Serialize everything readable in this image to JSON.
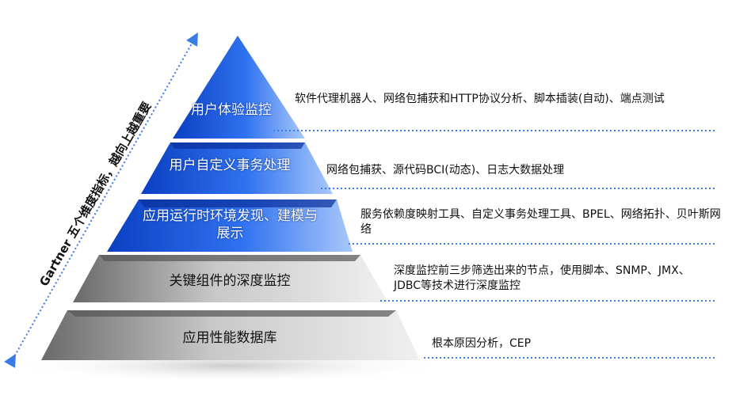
{
  "axis_label": "Gartner 五个维度指标，越向上越重要",
  "colors": {
    "blue": "#1f5fe0",
    "gray": "#9a9a9a",
    "dotted": "#3b7be8"
  },
  "tiers": [
    {
      "label": "用户体验监控",
      "desc": "软件代理机器人、网络包捕获和HTTP协议分析、脚本插装(自动)、端点测试"
    },
    {
      "label": "用户自定义事务处理",
      "desc": "网络包捕获、源代码BCI(动态)、日志大数据处理"
    },
    {
      "label": "应用运行时环境发现、建模与展示",
      "desc": "服务依赖度映射工具、自定义事务处理工具、BPEL、网络拓扑、贝叶斯网络"
    },
    {
      "label": "关键组件的深度监控",
      "desc": "深度监控前三步筛选出来的节点，使用脚本、SNMP、JMX、JDBC等技术进行深度监控"
    },
    {
      "label": "应用性能数据库",
      "desc": "根本原因分析，CEP"
    }
  ]
}
